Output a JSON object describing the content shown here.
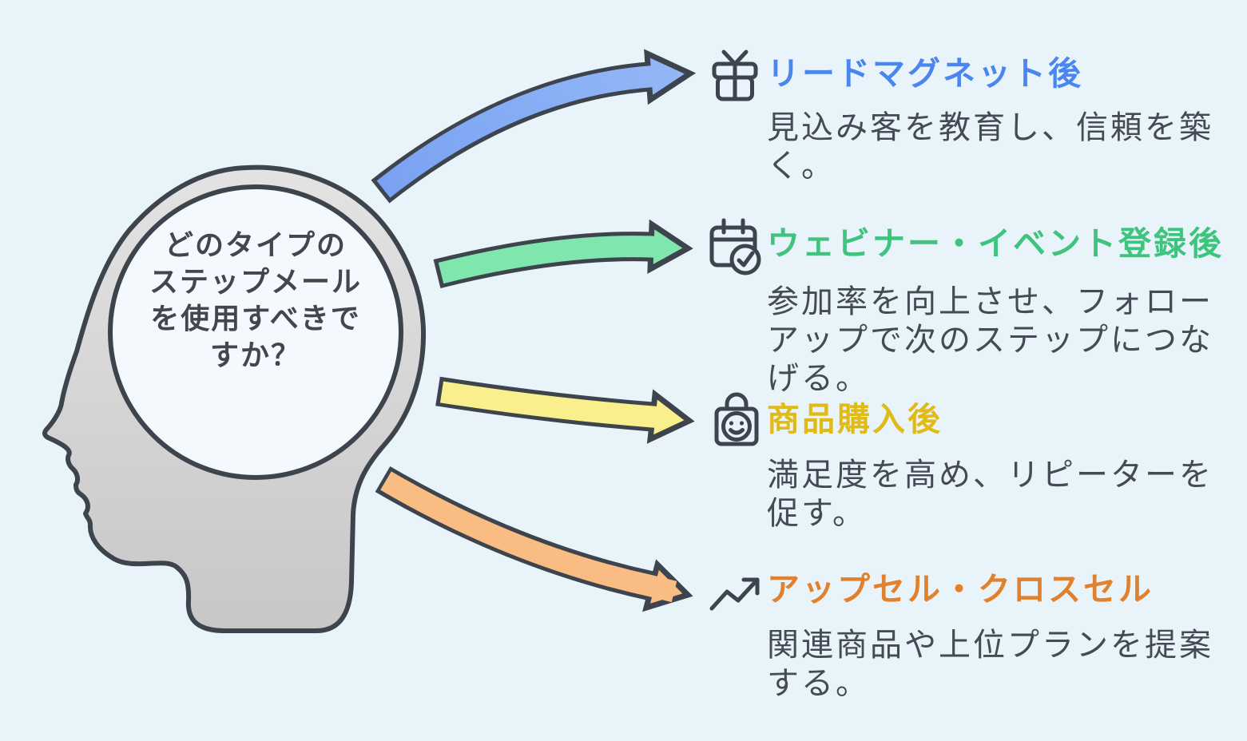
{
  "figure": {
    "question_lines": [
      "どのタイプの",
      "ステップメール",
      "を使用すべきで",
      "すか？"
    ]
  },
  "items": [
    {
      "icon": "gift-icon",
      "title": "リードマグネット後",
      "title_color": "#4a86ee",
      "description": "見込み客を教育し、信頼を築く。",
      "arrow_color": "#7aa2f2",
      "arrow_color_light": "#93b8f7"
    },
    {
      "icon": "calendar-check-icon",
      "title": "ウェビナー・イベント登録後",
      "title_color": "#3ec47e",
      "description": "参加率を向上させ、フォローアップで次のステップにつなげる。",
      "arrow_color": "#7fe7ae"
    },
    {
      "icon": "shopping-bag-smile-icon",
      "title": "商品購入後",
      "title_color": "#e0ba16",
      "description": "満足度を高め、リピーターを促す。",
      "arrow_color": "#f9f08d"
    },
    {
      "icon": "trending-up-icon",
      "title": "アップセル・クロスセル",
      "title_color": "#e1812d",
      "description": "関連商品や上位プランを提案する。",
      "arrow_color": "#f9bd84"
    }
  ],
  "colors": {
    "background": "#e8f4f9",
    "outline": "#3e444e",
    "text": "#454b54",
    "question_text": "#41464f",
    "head_fill_top": "#e3e3e3",
    "head_fill_bottom": "#c7c7c7",
    "circle_fill": "#f3f9fc"
  }
}
